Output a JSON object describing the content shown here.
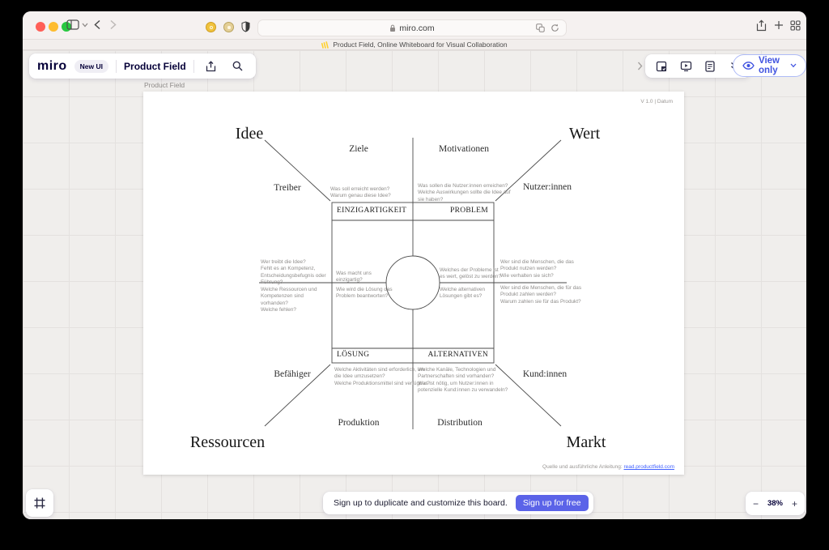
{
  "browser": {
    "url": "miro.com",
    "tab_title": "Product Field, Online Whiteboard for Visual Collaboration"
  },
  "toolbar": {
    "logo": "miro",
    "new_ui_badge": "New UI",
    "board_title": "Product Field",
    "view_only_label": "View only"
  },
  "canvas": {
    "frame_label": "Product Field",
    "version": "V 1.0 | Datum",
    "source_prefix": "Quelle und ausführliche Anleitung:",
    "source_link": "read.productfield.com"
  },
  "diagram": {
    "corners": {
      "top_left": "Idee",
      "top_right": "Wert",
      "bottom_left": "Ressourcen",
      "bottom_right": "Markt"
    },
    "sectors": {
      "goals": "Ziele",
      "motivations": "Motivationen",
      "drivers": "Treiber",
      "users": "Nutzer:innen",
      "enablers": "Befähiger",
      "customers": "Kund:innen",
      "production": "Produktion",
      "distribution": "Distribution"
    },
    "inner": {
      "uniqueness": "EINZIGARTIGKEIT",
      "problem": "PROBLEM",
      "solution": "LÖSUNG",
      "alternatives": "ALTERNATIVEN"
    },
    "questions": {
      "goals": "Was soll erreicht werden?\nWarum genau diese Idee?",
      "motivations": "Was sollen die Nutzer:innen erreichen?\nWelche Auswirkungen sollte die Idee auf\nsie haben?",
      "drivers": "Wer treibt die Idee?\nFehlt es an Kompetenz,\nEntscheidungsbefugnis oder\nFührung?",
      "enablers": "Welche Ressourcen und\nKompetenzen sind\nvorhanden?\nWelche fehlen?",
      "uniqueness": "Was macht uns\neinzigartig?",
      "solution": "Wie wird die Lösung das\nProblem beantworten?",
      "problem": "Welches der Probleme ist\nes wert, gelöst zu werden?",
      "alternatives": "Welche alternativen\nLösungen gibt es?",
      "users": "Wer sind die Menschen, die das\nProdukt nutzen werden?\nWie verhalten sie sich?",
      "customers": "Wer sind die Menschen, die für das\nProdukt zahlen werden?\nWarum zahlen sie für das Produkt?",
      "production": "Welche Aktivitäten sind erforderlich, um\ndie Idee umzusetzen?\nWelche Produktionsmittel sind verfügbar?",
      "distribution": "Welche Kanäle, Technologien und\nPartnerschaften sind vorhanden?\nWas ist nötig, um Nutzer:innen in\npotenzielle Kund:innen zu verwandeln?"
    }
  },
  "bottom_bar": {
    "signup_text": "Sign up to duplicate and customize this board.",
    "signup_button": "Sign up for free",
    "zoom_minus": "−",
    "zoom_level": "38%",
    "zoom_plus": "+"
  },
  "colors": {
    "accent_blue": "#5b63e8",
    "miro_navy": "#050038",
    "brand_yellow": "#ffd02f",
    "traffic_red": "#ff5f57",
    "traffic_yellow": "#febc2e",
    "traffic_green": "#28c840"
  }
}
